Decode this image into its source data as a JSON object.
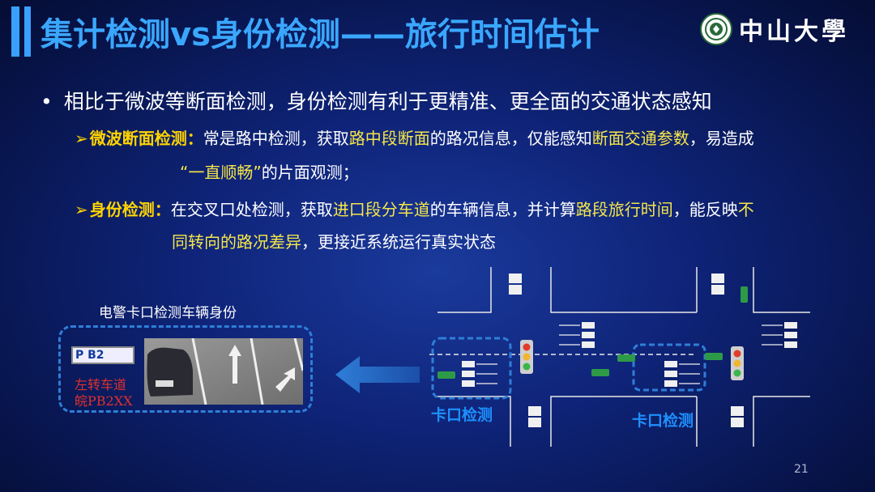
{
  "title": "集计检测vs身份检测——旅行时间估计",
  "logo": {
    "text": "中山大學",
    "seal_icon": "university-seal-icon"
  },
  "bullet": "相比于微波等断面检测，身份检测有利于更精准、更全面的交通状态感知",
  "microwave": {
    "label": "微波断面检测：",
    "t1": "常是路中检测，获取",
    "h1": "路中段断面",
    "t2": "的路况信息，仅能感知",
    "h2": "断面交通参数",
    "t3": "，易造成",
    "h3": "“一直顺畅”",
    "t4": "的片面观测；"
  },
  "identity": {
    "label": "身份检测：",
    "t1": "在交叉口处检测，获取",
    "h1": "进口段分车道",
    "t2": "的车辆信息，并计算",
    "h2": "路段旅行时间",
    "t3": "，能反映",
    "h3a": "不",
    "h3b": "同转向的路况差异",
    "t4": "，更接近系统运行真实状态"
  },
  "photo": {
    "label": "电警卡口检测车辆身份",
    "plate_text": "P B2",
    "caption_line1": "左转车道",
    "caption_line2": "皖PB2XX"
  },
  "diagram": {
    "kakou_left": "卡口检测",
    "kakou_right": "卡口检测"
  },
  "page_number": "21",
  "colors": {
    "title": "#3aa7ff",
    "highlight": "#ffd400",
    "accent": "#1e90ff",
    "plate_red": "#e03030"
  }
}
